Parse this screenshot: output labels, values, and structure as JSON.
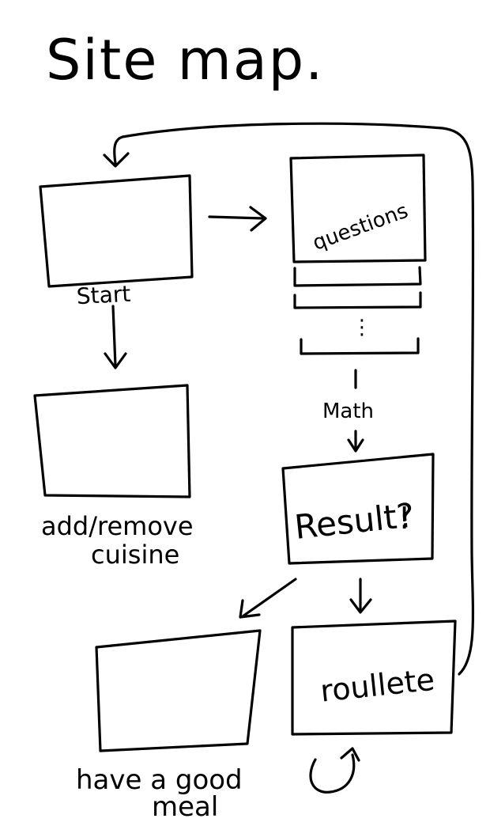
{
  "title": "Site map.",
  "colors": {
    "ink": "#000000",
    "paper": "#ffffff"
  },
  "nodes": {
    "start": {
      "label": "Start"
    },
    "questions": {
      "label": "questions",
      "continuation": "⋮"
    },
    "math": {
      "label": "Math"
    },
    "add_remove": {
      "label_line1": "add/remove",
      "label_line2": "cuisine"
    },
    "result": {
      "label": "Result?",
      "extra": "!"
    },
    "meal": {
      "label_line1": "have a good",
      "label_line2": "meal"
    },
    "roulette": {
      "label": "roullete"
    }
  }
}
